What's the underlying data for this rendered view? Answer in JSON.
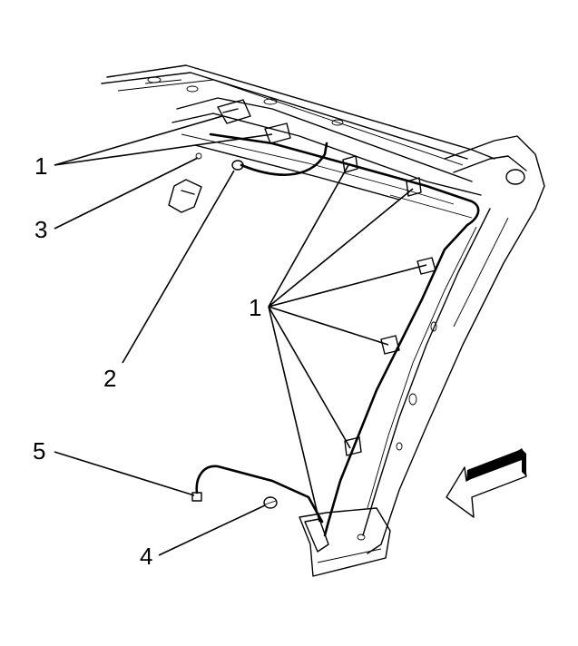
{
  "callouts": {
    "c1_top": "1",
    "c1_mid": "1",
    "c2": "2",
    "c3": "3",
    "c4": "4",
    "c5": "5"
  },
  "direction_arrow_icon": "front-direction-arrow-icon"
}
